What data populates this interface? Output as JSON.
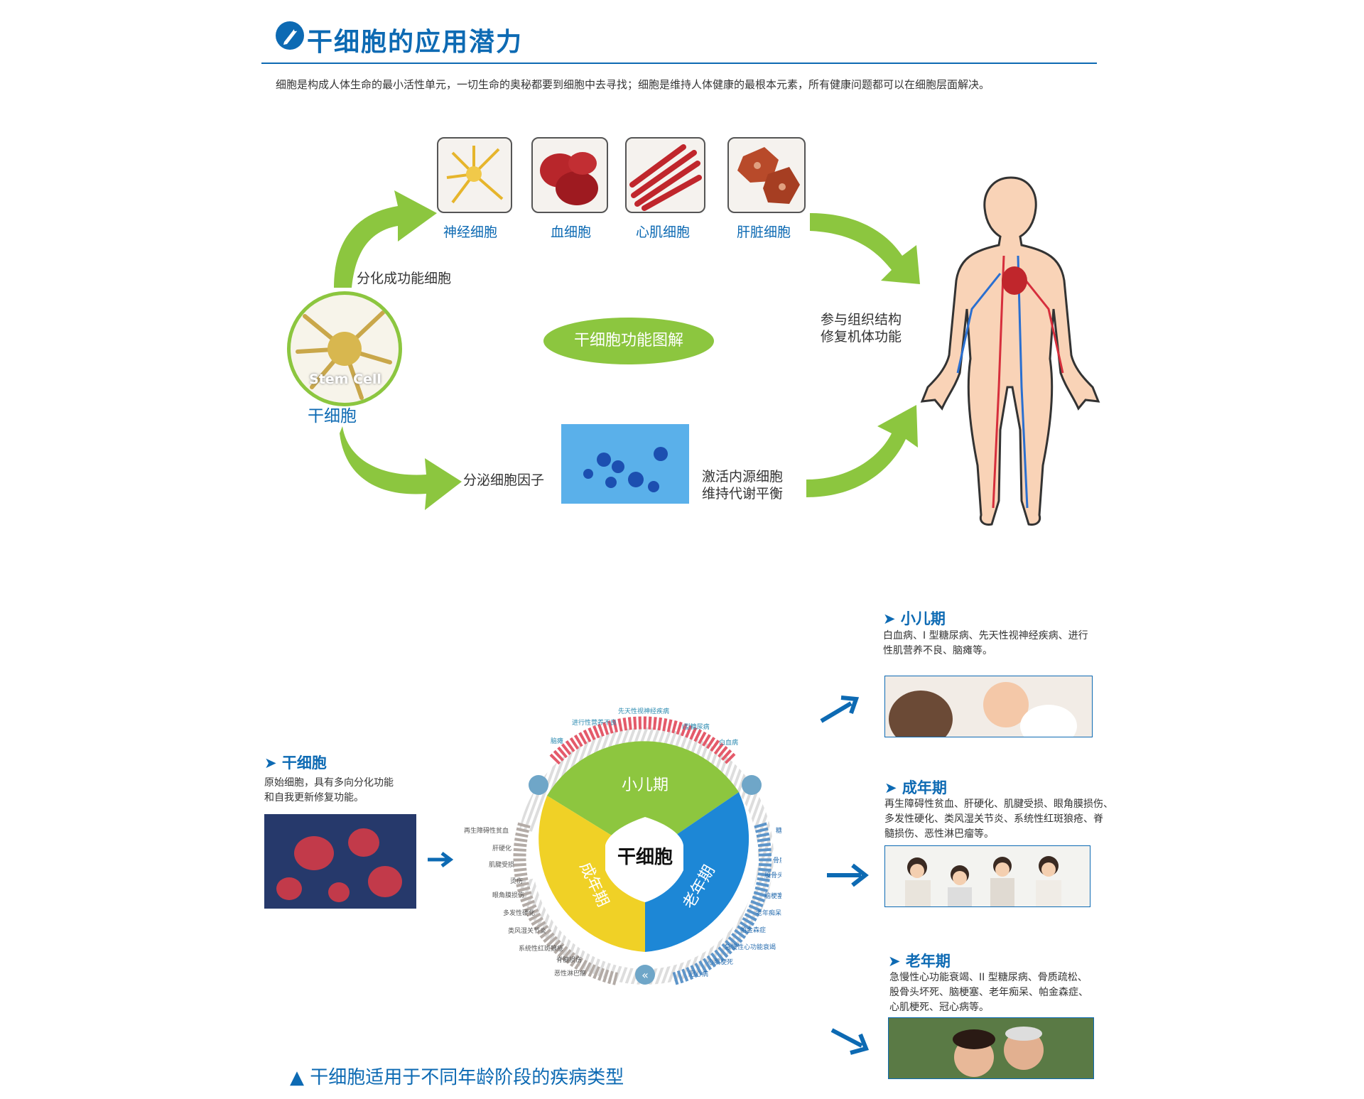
{
  "header": {
    "title": "干细胞的应用潜力",
    "intro": "细胞是构成人体生命的最小活性单元，一切生命的奥秘都要到细胞中去寻找；细胞是维持人体健康的最根本元素，所有健康问题都可以在细胞层面解决。"
  },
  "diagram1": {
    "cell_types": [
      "神经细胞",
      "血细胞",
      "心肌细胞",
      "肝脏细胞"
    ],
    "differentiate": "分化成功能细胞",
    "stem_cell_text": "Stem Cell",
    "stem_cell_label": "干细胞",
    "center_badge": "干细胞功能图解",
    "repair_line1": "参与组织结构",
    "repair_line2": "修复机体功能",
    "secrete": "分泌细胞因子",
    "activate_line1": "激活内源细胞",
    "activate_line2": "维持代谢平衡"
  },
  "diagram2": {
    "stem": {
      "heading": "干细胞",
      "line1": "原始细胞，具有多向分化功能",
      "line2": "和自我更新修复功能。"
    },
    "wheel": {
      "center": "干细胞",
      "child": "小儿期",
      "adult": "成年期",
      "elder": "老年期",
      "child_diseases": [
        "脑瘫",
        "进行性营养不良",
        "先天性视神经疾病",
        "I型糖尿病",
        "白血病"
      ],
      "adult_diseases": [
        "再生障碍性贫血",
        "肝硬化",
        "肌腱受损",
        "烫伤",
        "眼角膜损伤",
        "多发性硬化",
        "类风湿关节炎",
        "系统性红斑狼疮",
        "脊髓损伤",
        "恶性淋巴瘤"
      ],
      "elder_diseases": [
        "糖尿病",
        "骨质疏松",
        "股骨头坏死",
        "脑梗塞",
        "老年痴呆",
        "帕金森症",
        "急慢性心功能衰竭",
        "心肌梗死",
        "冠心病"
      ]
    },
    "child": {
      "heading": "小儿期",
      "line1": "白血病、I 型糖尿病、先天性视神经疾病、进行",
      "line2": "性肌营养不良、脑瘫等。"
    },
    "adult": {
      "heading": "成年期",
      "line1": "再生障碍性贫血、肝硬化、肌腱受损、眼角膜损伤、",
      "line2": "多发性硬化、类风湿关节炎、系统性红斑狼疮、脊",
      "line3": "髓损伤、恶性淋巴瘤等。"
    },
    "elder": {
      "heading": "老年期",
      "line1": "急慢性心功能衰竭、II 型糖尿病、骨质疏松、",
      "line2": "股骨头坏死、脑梗塞、老年痴呆、帕金森症、",
      "line3": "心肌梗死、冠心病等。"
    },
    "caption": "干细胞适用于不同年龄阶段的疾病类型"
  },
  "colors": {
    "brand_blue": "#0d6ab3",
    "arrow_green": "#8cc63f",
    "wheel_green": "#8dc63f",
    "wheel_yellow": "#f0d126",
    "wheel_blue": "#1d87d6"
  },
  "icons": [
    "pen-icon",
    "play-arrow-icon",
    "triangle-up-icon",
    "chevron-left-icon",
    "chevron-right-icon"
  ]
}
